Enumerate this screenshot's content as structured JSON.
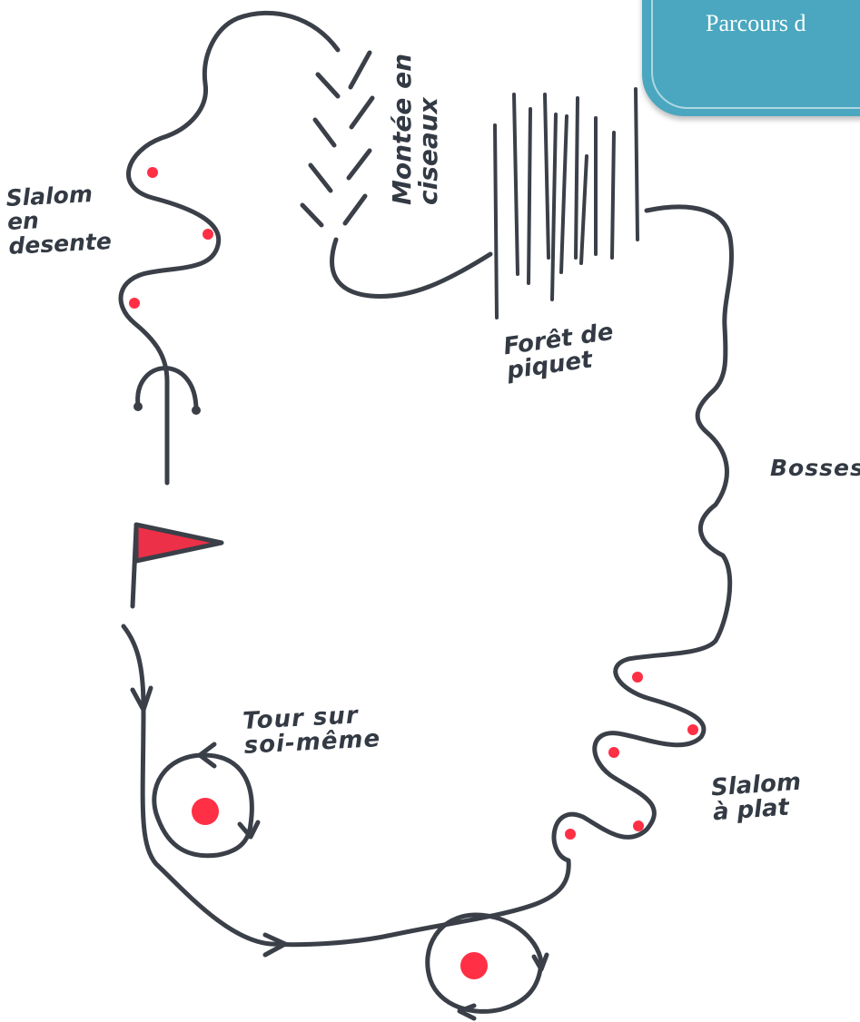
{
  "header": {
    "title": "Parcours d"
  },
  "labels": {
    "slalom_descente": "Slalom\nen\ndesente",
    "montee_ciseaux": "Montée en\nciseaux",
    "foret_piquets": "Forêt de\npiquet",
    "bosses": "Bosses",
    "tour_sur_soi": "Tour sur\nsoi-même",
    "slalom_plat": "Slalom\nà plat"
  },
  "colors": {
    "ink": "#3a3f48",
    "marker_red": "#ff2f45",
    "flag_fill": "#ec3048",
    "header_bg": "#4aa7bf",
    "header_text": "#ffffff"
  },
  "icons": {
    "flag": "start-flag-icon",
    "marker": "red-dot-icon",
    "arrow": "direction-arrow-icon"
  }
}
